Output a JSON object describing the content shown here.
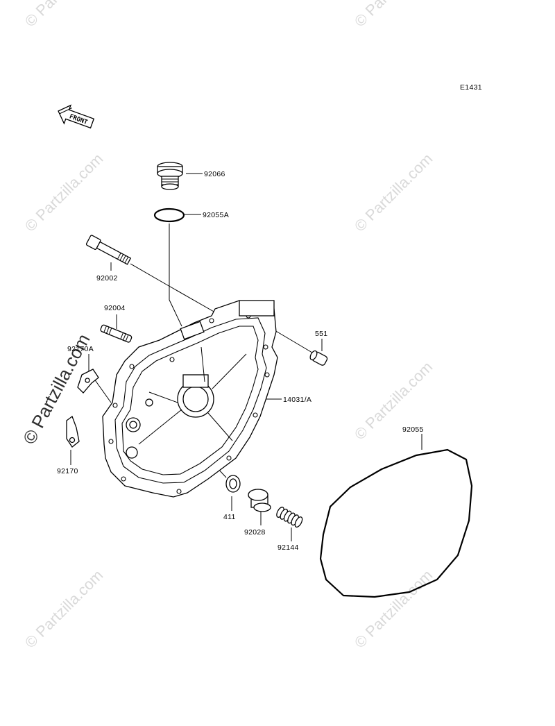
{
  "diagram_code": "E1431",
  "front_label": "FRONT",
  "watermark": "© Partzilla.com",
  "parts": [
    {
      "id": "p92066",
      "number": "92066"
    },
    {
      "id": "p92055A",
      "number": "92055A"
    },
    {
      "id": "p92002",
      "number": "92002"
    },
    {
      "id": "p92004",
      "number": "92004"
    },
    {
      "id": "p551",
      "number": "551"
    },
    {
      "id": "p92170A",
      "number": "92170A"
    },
    {
      "id": "p14031A",
      "number": "14031/A"
    },
    {
      "id": "p92055",
      "number": "92055"
    },
    {
      "id": "p92170",
      "number": "92170"
    },
    {
      "id": "p411",
      "number": "411"
    },
    {
      "id": "p92028",
      "number": "92028"
    },
    {
      "id": "p92144",
      "number": "92144"
    }
  ]
}
